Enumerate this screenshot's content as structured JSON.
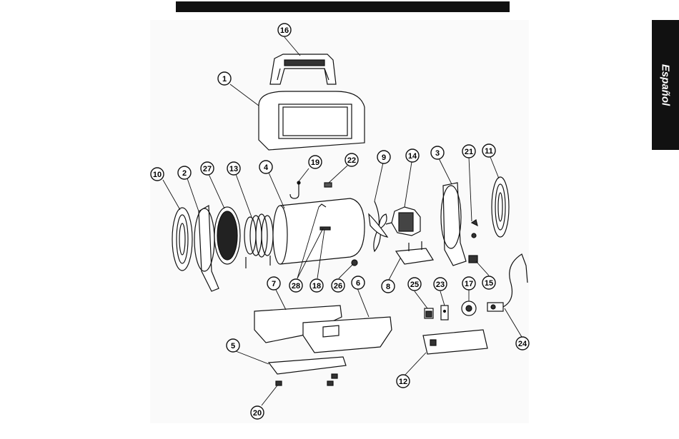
{
  "side_tab": {
    "label": "Español"
  },
  "parts": [
    {
      "id": "p16",
      "number": "16"
    },
    {
      "id": "p1",
      "number": "1"
    },
    {
      "id": "p19",
      "number": "19"
    },
    {
      "id": "p22",
      "number": "22"
    },
    {
      "id": "p9",
      "number": "9"
    },
    {
      "id": "p14",
      "number": "14"
    },
    {
      "id": "p3",
      "number": "3"
    },
    {
      "id": "p21",
      "number": "21"
    },
    {
      "id": "p11",
      "number": "11"
    },
    {
      "id": "p10",
      "number": "10"
    },
    {
      "id": "p2",
      "number": "2"
    },
    {
      "id": "p27",
      "number": "27"
    },
    {
      "id": "p13",
      "number": "13"
    },
    {
      "id": "p4",
      "number": "4"
    },
    {
      "id": "p28",
      "number": "28"
    },
    {
      "id": "p18",
      "number": "18"
    },
    {
      "id": "p26",
      "number": "26"
    },
    {
      "id": "p8",
      "number": "8"
    },
    {
      "id": "p15",
      "number": "15"
    },
    {
      "id": "p7",
      "number": "7"
    },
    {
      "id": "p6",
      "number": "6"
    },
    {
      "id": "p25",
      "number": "25"
    },
    {
      "id": "p23",
      "number": "23"
    },
    {
      "id": "p17",
      "number": "17"
    },
    {
      "id": "p24",
      "number": "24"
    },
    {
      "id": "p5",
      "number": "5"
    },
    {
      "id": "p12",
      "number": "12"
    },
    {
      "id": "p20",
      "number": "20"
    }
  ]
}
